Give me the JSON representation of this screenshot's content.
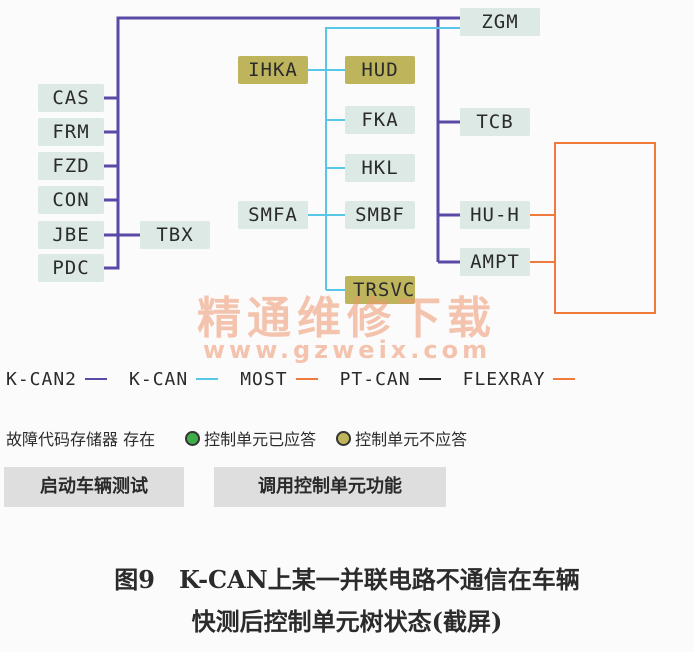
{
  "tree": {
    "nodes": {
      "zgm": "ZGM",
      "ihka": "IHKA",
      "hud": "HUD",
      "fka": "FKA",
      "hkl": "HKL",
      "smfa": "SMFA",
      "smbf": "SMBF",
      "trsvc": "TRSVC",
      "tcb": "TCB",
      "hu_h": "HU-H",
      "ampt": "AMPT",
      "cas": "CAS",
      "frm": "FRM",
      "fzd": "FZD",
      "con": "CON",
      "jbe": "JBE",
      "pdc": "PDC",
      "tbx": "TBX"
    },
    "non_responding": [
      "IHKA",
      "HUD",
      "TRSVC"
    ]
  },
  "legend": [
    {
      "label": "K-CAN2",
      "color": "#5a4aa6"
    },
    {
      "label": "K-CAN",
      "color": "#58c6e6"
    },
    {
      "label": "MOST",
      "color": "#ee7b3b"
    },
    {
      "label": "PT-CAN",
      "color": "#2b2b2b"
    },
    {
      "label": "FLEXRAY",
      "color": "#ee7b3b"
    }
  ],
  "status": {
    "memory_label": "故障代码存储器 存在",
    "responding_label": "控制单元已应答",
    "responding_color": "#3fae49",
    "not_responding_label": "控制单元不应答",
    "not_responding_color": "#bdb45c"
  },
  "buttons": {
    "start_test": "启动车辆测试",
    "call_function": "调用控制单元功能"
  },
  "watermark": {
    "line1": "精通维修下载",
    "line2": "www.gzweix.com"
  },
  "caption": {
    "line1": "图9　K-CAN上某一并联电路不通信在车辆",
    "line2": "快测后控制单元树状态(截屏)"
  }
}
